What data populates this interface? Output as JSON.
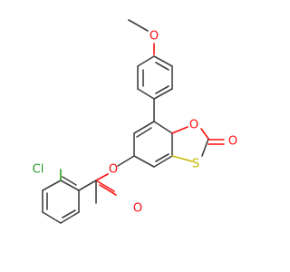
{
  "atoms": {
    "methoxy_o": {
      "label": "O",
      "color": "#ff0d0d"
    },
    "ring_o": {
      "label": "O",
      "color": "#ff0d0d"
    },
    "carbonyl_o_lactone": {
      "label": "O",
      "color": "#ff0d0d"
    },
    "sulfur": {
      "label": "S",
      "color": "#c6b800"
    },
    "ester_o": {
      "label": "O",
      "color": "#ff0d0d"
    },
    "ester_carbonyl_o": {
      "label": "O",
      "color": "#ff0d0d"
    },
    "chlorine": {
      "label": "Cl",
      "color": "#1fa01f"
    }
  },
  "colors": {
    "bond": "#404040",
    "oxygen": "#ff0d0d",
    "sulfur": "#c6b800",
    "chlorine": "#1fa01f",
    "background": "#ffffff"
  }
}
